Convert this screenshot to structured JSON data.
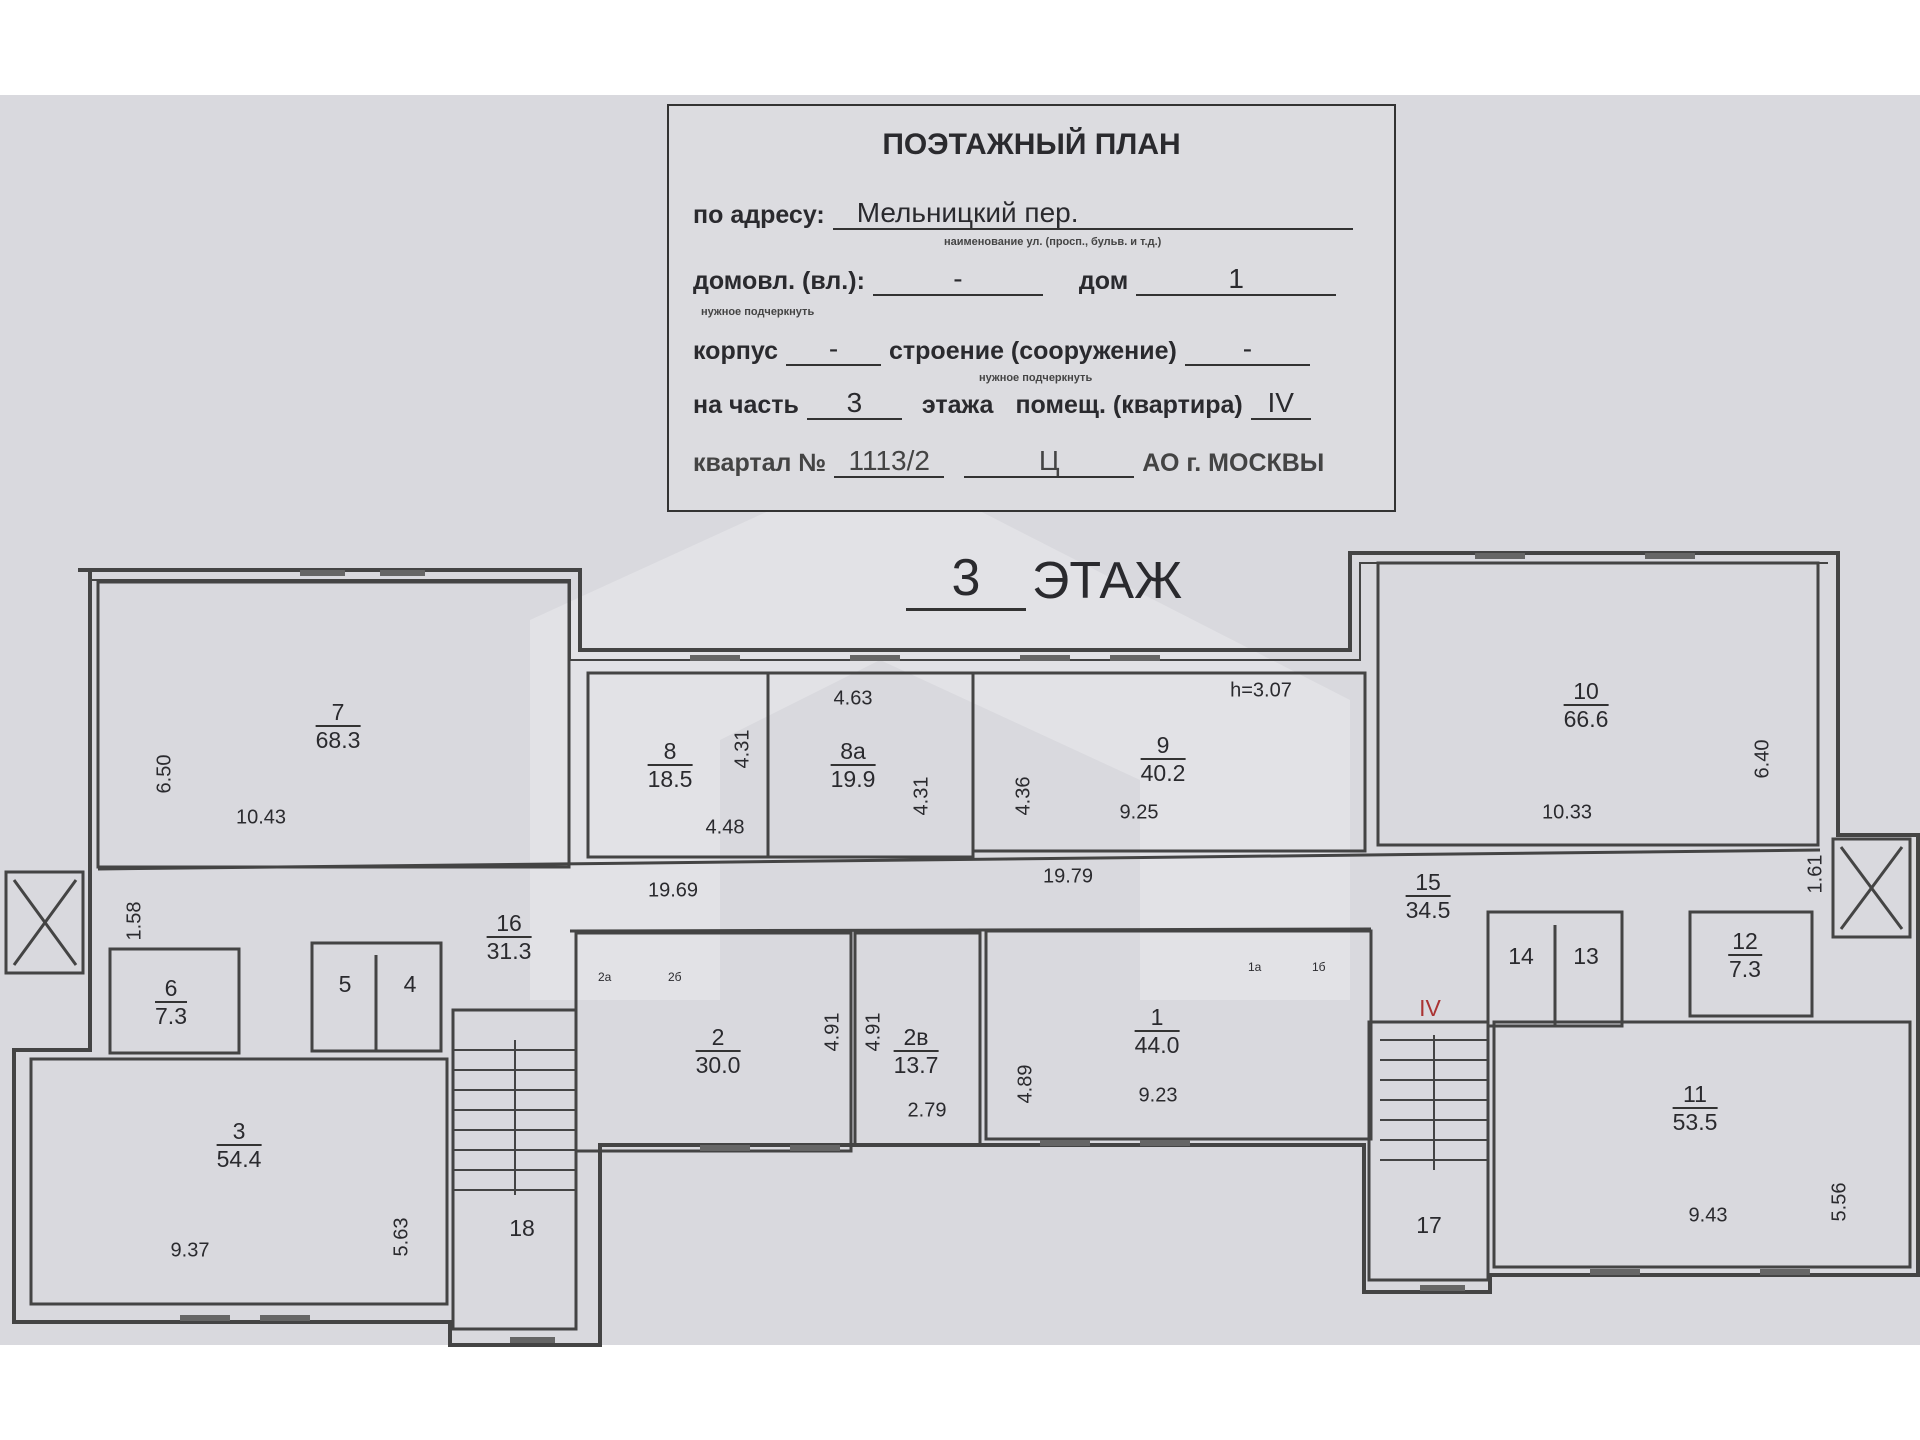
{
  "title_block": {
    "title": "ПОЭТАЖНЫЙ ПЛАН",
    "address_label": "по адресу:",
    "address_value": "Мельницкий пер.",
    "address_note": "наименование ул. (просп., бульв. и т.д.)",
    "domovl_label": "домовл. (вл.):",
    "domovl_value": "-",
    "dom_label": "дом",
    "dom_value": "1",
    "note_underline_1": "нужное подчеркнуть",
    "korpus_label": "корпус",
    "korpus_value": "-",
    "stroenie_label": "строение (сооружение)",
    "stroenie_value": "-",
    "note_underline_2": "нужное подчеркнуть",
    "part_label": "на часть",
    "part_value": "3",
    "floor_word": "этажа",
    "premises_label": "помещ. (квартира)",
    "premises_value": "IV",
    "kvartal_label": "квартал №",
    "kvartal_value": "1113/2",
    "district_value": "Ц",
    "city_label": "АО г. МОСКВЫ"
  },
  "floor_heading": {
    "number": "3",
    "label": "ЭТАЖ"
  },
  "ceiling_height": "h=3.07",
  "premises_marker": "IV",
  "rooms": {
    "r7": {
      "n": "7",
      "a": "68.3"
    },
    "r8": {
      "n": "8",
      "a": "18.5"
    },
    "r8a": {
      "n": "8а",
      "a": "19.9"
    },
    "r9": {
      "n": "9",
      "a": "40.2"
    },
    "r10": {
      "n": "10",
      "a": "66.6"
    },
    "r16": {
      "n": "16",
      "a": "31.3"
    },
    "r15": {
      "n": "15",
      "a": "34.5"
    },
    "r6": {
      "n": "6",
      "a": "7.3"
    },
    "r5": {
      "n": "5"
    },
    "r4": {
      "n": "4"
    },
    "r3": {
      "n": "3",
      "a": "54.4"
    },
    "r18": {
      "n": "18"
    },
    "r2": {
      "n": "2",
      "a": "30.0"
    },
    "r2a": {
      "n": "2в",
      "a": "13.7"
    },
    "r1": {
      "n": "1",
      "a": "44.0"
    },
    "r17": {
      "n": "17"
    },
    "r14": {
      "n": "14"
    },
    "r13": {
      "n": "13"
    },
    "r12": {
      "n": "12",
      "a": "7.3"
    },
    "r11": {
      "n": "11",
      "a": "53.5"
    }
  },
  "sub_labels": [
    "2а",
    "2б",
    "1а",
    "1б"
  ],
  "dimensions": [
    "6.50",
    "10.43",
    "4.31",
    "4.48",
    "4.63",
    "4.31",
    "4.36",
    "9.25",
    "10.33",
    "6.40",
    "19.69",
    "19.79",
    "1.58",
    "1.61",
    "4.91",
    "4.91",
    "2.79",
    "4.89",
    "9.23",
    "9.37",
    "5.63",
    "9.43",
    "5.56"
  ]
}
